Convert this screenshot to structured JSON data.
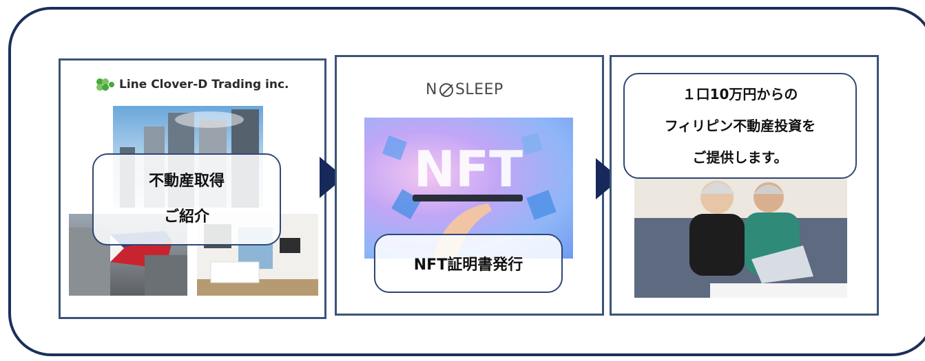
{
  "panels": {
    "left": {
      "logo_text": "Line Clover-D Trading inc.",
      "callout_line1": "不動産取得",
      "callout_line2": "ご紹介",
      "photos": [
        "buildings-photo",
        "flag-building-photo",
        "room-interior-photo"
      ]
    },
    "middle": {
      "logo_left": "N",
      "logo_right": "SLEEP",
      "image_text": "NFT",
      "callout": "NFT証明書発行"
    },
    "right": {
      "callout_line1": "１口10万円からの",
      "callout_line2": "フィリピン不動産投資を",
      "callout_line3": "ご提供します。",
      "photo": "senior-couple-laptop-photo"
    }
  },
  "colors": {
    "outer_border": "#1c2f5a",
    "panel_border": "#3b5379",
    "arrow": "#17295a",
    "clover_green": "#46a83a"
  },
  "icons": [
    "clover-icon",
    "zzz-icon",
    "arrow-right-icon"
  ]
}
